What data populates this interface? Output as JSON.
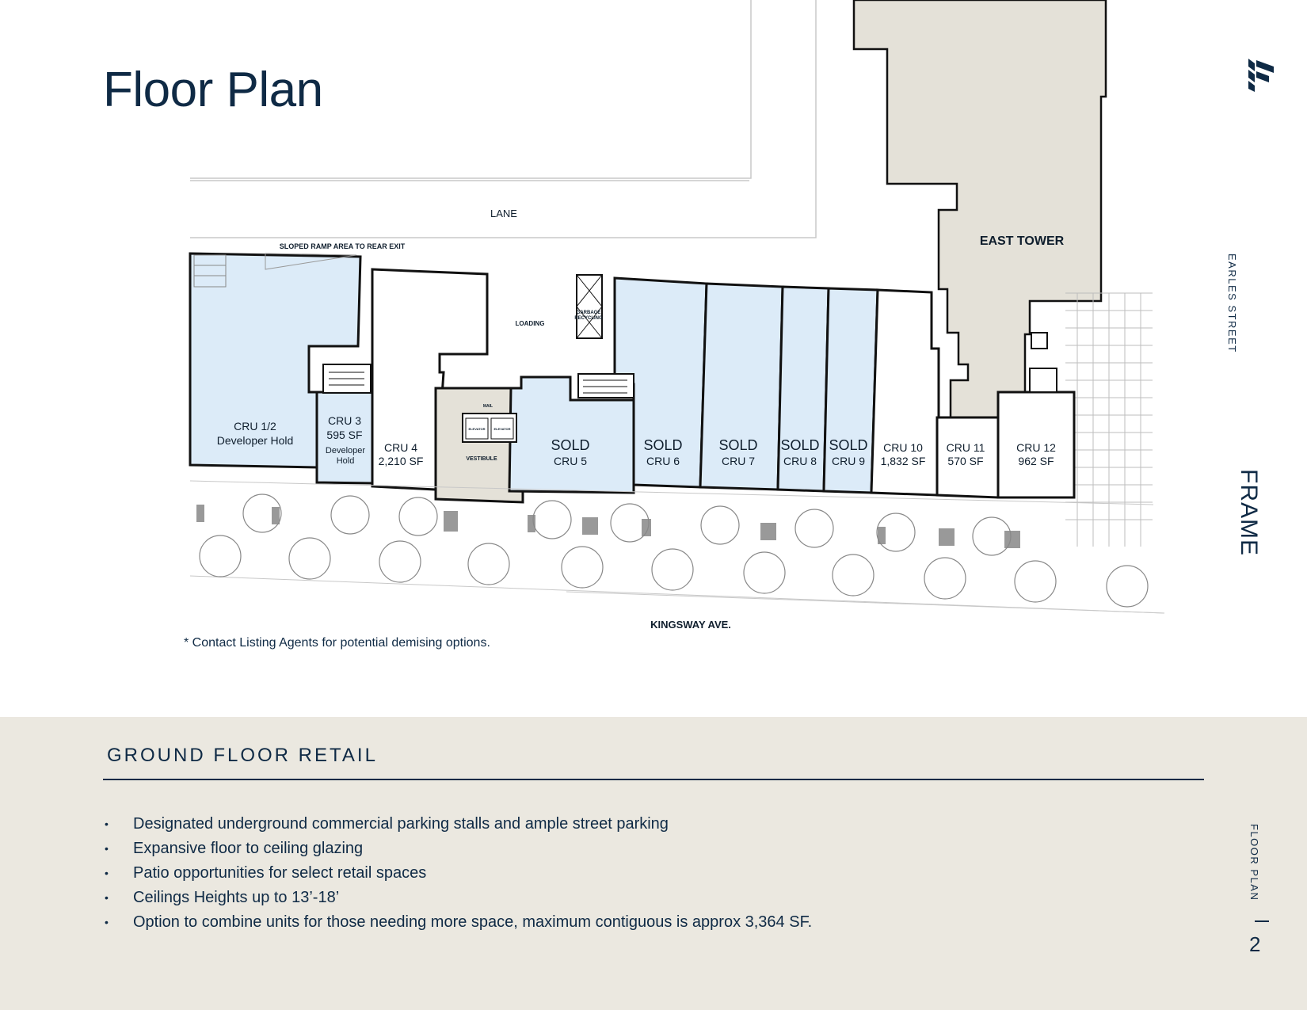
{
  "page": {
    "title": "Floor Plan",
    "brand": "FRAME",
    "street_label": "EARLES STREET",
    "section_tab": "FLOOR PLAN",
    "page_number": "2"
  },
  "plan": {
    "lane": "LANE",
    "ramp": "SLOPED RAMP AREA TO REAR EXIT",
    "loading": "LOADING",
    "garbage": [
      "GARBAGE",
      "RECYCLING"
    ],
    "east_tower": "EAST TOWER",
    "vestibule": "VESTIBULE",
    "elevator": "ELEVATOR",
    "mail": "MAIL",
    "kingsway": "KINGSWAY AVE.",
    "units": {
      "cru12": [
        "CRU 1/2",
        "Developer Hold"
      ],
      "cru3": [
        "CRU 3",
        "595 SF",
        "Developer",
        "Hold"
      ],
      "cru4": [
        "CRU 4",
        "2,210 SF"
      ],
      "cru5": [
        "SOLD",
        "CRU 5"
      ],
      "cru6": [
        "SOLD",
        "CRU 6"
      ],
      "cru7": [
        "SOLD",
        "CRU 7"
      ],
      "cru8": [
        "SOLD",
        "CRU 8"
      ],
      "cru9": [
        "SOLD",
        "CRU 9"
      ],
      "cru10": [
        "CRU 10",
        "1,832 SF"
      ],
      "cru11": [
        "CRU 11",
        "570 SF"
      ],
      "cru12b": [
        "CRU 12",
        "962 SF"
      ]
    }
  },
  "footnote": "* Contact Listing Agents for potential demising options.",
  "retail": {
    "heading": "GROUND FLOOR RETAIL",
    "bullet_glyph": "•",
    "items": [
      "Designated underground commercial parking stalls and ample street parking",
      "Expansive floor to ceiling glazing",
      "Patio opportunities for select retail spaces",
      "Ceilings Heights up to 13’-18’",
      "Option to combine units for those needing more space, maximum contiguous is approx 3,364 SF."
    ]
  },
  "colors": {
    "navy": "#0f2a45",
    "sold_blue": "#dcebf8",
    "tower_beige": "#e4e1d8",
    "band": "#ebe8e0"
  }
}
